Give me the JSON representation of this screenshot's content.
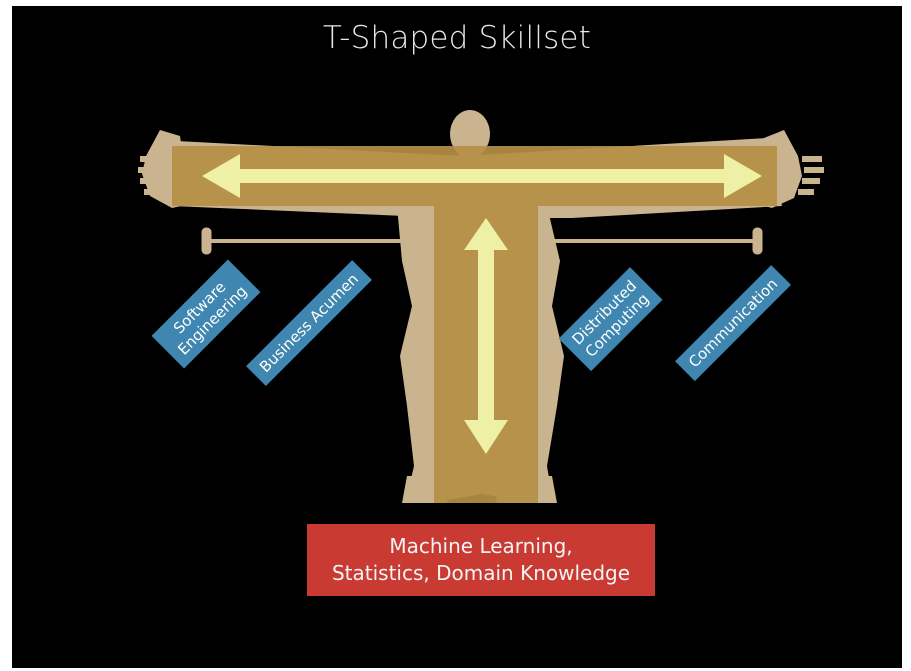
{
  "title": "T-Shaped Skillset",
  "skills": {
    "software_engineering": [
      "Software",
      "Engineering"
    ],
    "business_acumen": "Business Acumen",
    "distributed_computing": [
      "Distributed",
      "Computing"
    ],
    "communication": "Communication"
  },
  "depth": {
    "line1": "Machine Learning,",
    "line2": "Statistics, Domain Knowledge"
  },
  "colors": {
    "background": "#000000",
    "figure": "#c9b48f",
    "bar": "#b58f45",
    "arrow": "#eef0a6",
    "skill_tag": "#3f86b0",
    "depth_banner": "#c83a32"
  }
}
